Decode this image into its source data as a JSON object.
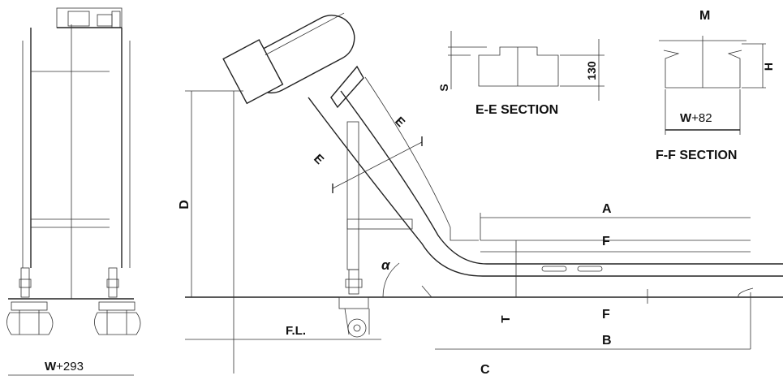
{
  "labels": {
    "w_plus_293": {
      "base": "W",
      "suffix": "+293"
    },
    "w_plus_82": {
      "base": "W",
      "suffix": "+82"
    },
    "d": "D",
    "a": "A",
    "f_top": "F",
    "f_bottom": "F",
    "t": "T",
    "b": "B",
    "c": "C",
    "fl": "F.L.",
    "alpha": "α",
    "e_upper": "E",
    "e_lower": "E",
    "s": "S",
    "dim_130": "130",
    "e_e_section": "E-E SECTION",
    "m": "M",
    "h": "H",
    "f_f_section": "F-F SECTION"
  }
}
